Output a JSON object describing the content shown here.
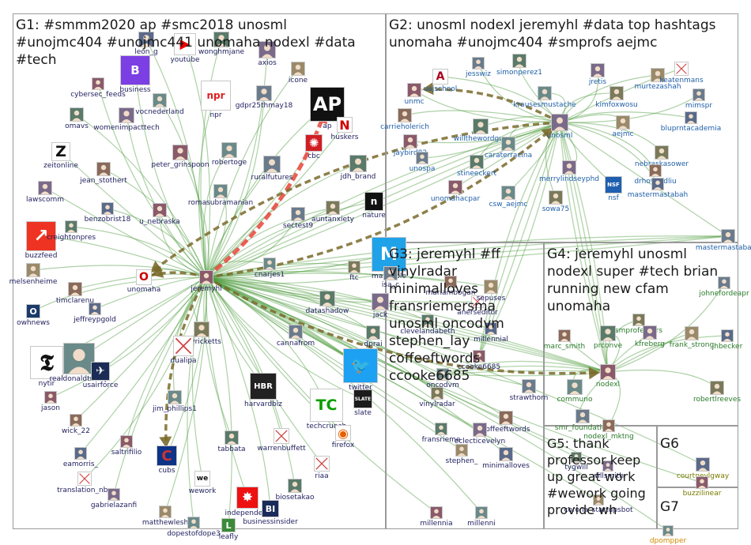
{
  "colors": {
    "g1_label": "#1f1f5f",
    "g2_label": "#1f5fa8",
    "g3_label": "#1f1f5f",
    "g4_label": "#2a7a2a",
    "g5_label": "#1f1f5f",
    "g6_label": "#7a7a00",
    "g7_label": "#d08a00",
    "edge_green": "#4a9a3a",
    "edge_olive": "#7a6a2a",
    "edge_red": "#e8443a"
  },
  "groups": [
    {
      "id": "g1",
      "title": "G1: #smmm2020 ap #smc2018 unosml\n#unojmc404 #unojmc441 unomaha nodexl #data\n#tech"
    },
    {
      "id": "g2",
      "title": "G2: unosml nodexl jeremyhl #data top hashtags\nunomaha #unojmc404 #smprofs aejmc"
    },
    {
      "id": "g3",
      "title": "G3: jeremyhl #ff\nvinylradar\nminimalloves\nfransriemersma\nunosml oncodvm\nstephen_lay\ncoffeeftwords\nccooke6685"
    },
    {
      "id": "g4",
      "title": "G4: jeremyhl unosml\nnodexl super #tech brian\nrunning new cfam\nunomaha"
    },
    {
      "id": "g5",
      "title": "G5: thank\nprofessor keep\nup great work\n#wework going\nprovide wh"
    },
    {
      "id": "g6",
      "title": "G6"
    },
    {
      "id": "g7",
      "title": "G7"
    }
  ],
  "nodes": [
    {
      "id": "bloomberg",
      "label": "business",
      "group": "g1",
      "icon": "bloomberg-logo"
    },
    {
      "id": "youtube",
      "label": "youtube",
      "group": "g1",
      "icon": "youtube-logo"
    },
    {
      "id": "wonghmjane",
      "label": "wonghmjane",
      "group": "g1",
      "icon": "avatar"
    },
    {
      "id": "axios",
      "label": "axios",
      "group": "g1",
      "icon": "avatar"
    },
    {
      "id": "ico",
      "label": "icone",
      "group": "g1",
      "icon": "avatar"
    },
    {
      "id": "leon_g",
      "label": "leon_g",
      "group": "g1",
      "icon": "avatar"
    },
    {
      "id": "cybersec_feeds",
      "label": "cybersec_feeds",
      "group": "g1",
      "icon": "avatar"
    },
    {
      "id": "vocnederland",
      "label": "vocnederland",
      "group": "g1",
      "icon": "avatar"
    },
    {
      "id": "npr",
      "label": "npr",
      "group": "g1",
      "icon": "npr-logo"
    },
    {
      "id": "gdpr25thmay18",
      "label": "gdpr25thmay18",
      "group": "g1",
      "icon": "avatar"
    },
    {
      "id": "ap",
      "label": "ap",
      "group": "g1",
      "icon": "ap-logo"
    },
    {
      "id": "omavs",
      "label": "omavs",
      "group": "g1",
      "icon": "avatar"
    },
    {
      "id": "womenimpacttech",
      "label": "womenimpacttech",
      "group": "g1",
      "icon": "avatar"
    },
    {
      "id": "huskers",
      "label": "huskers",
      "group": "g1",
      "icon": "huskers-logo"
    },
    {
      "id": "zeitonline",
      "label": "zeitonline",
      "group": "g1",
      "icon": "zeit-logo"
    },
    {
      "id": "peter_grinspoon",
      "label": "peter_grinspoon",
      "group": "g1",
      "icon": "avatar"
    },
    {
      "id": "robertoge",
      "label": "robertoge",
      "group": "g1",
      "icon": "avatar"
    },
    {
      "id": "cbc",
      "label": "cbc",
      "group": "g1",
      "icon": "cbc-logo"
    },
    {
      "id": "ruralfutures",
      "label": "ruralfutures",
      "group": "g1",
      "icon": "avatar"
    },
    {
      "id": "jean_stothert",
      "label": "jean_stothert",
      "group": "g1",
      "icon": "avatar"
    },
    {
      "id": "jdh_brand",
      "label": "jdh_brand",
      "group": "g1",
      "icon": "avatar"
    },
    {
      "id": "lawscomm",
      "label": "lawscomm",
      "group": "g1",
      "icon": "avatar"
    },
    {
      "id": "nature",
      "label": "nature",
      "group": "g1",
      "icon": "nature-logo"
    },
    {
      "id": "benzobrist18",
      "label": "benzobrist18",
      "group": "g1",
      "icon": "avatar"
    },
    {
      "id": "u_nebraska",
      "label": "u_nebraska",
      "group": "g1",
      "icon": "avatar"
    },
    {
      "id": "romasubramanian",
      "label": "romasubramanian",
      "group": "g1",
      "icon": "avatar"
    },
    {
      "id": "auntanxiety",
      "label": "auntanxiety",
      "group": "g1",
      "icon": "avatar"
    },
    {
      "id": "sectest9",
      "label": "sectest9",
      "group": "g1",
      "icon": "avatar"
    },
    {
      "id": "buzzfeed",
      "label": "buzzfeed",
      "group": "g1",
      "icon": "buzzfeed-logo"
    },
    {
      "id": "creightonpres",
      "label": "creightonpres",
      "group": "g1",
      "icon": "avatar"
    },
    {
      "id": "mashable",
      "label": "mashable",
      "group": "g1",
      "icon": "mashable-logo"
    },
    {
      "id": "melsenheimer",
      "label": "melsenheime",
      "group": "g1",
      "icon": "avatar"
    },
    {
      "id": "unomaha",
      "label": "unomaha",
      "group": "g1",
      "icon": "unomaha-logo"
    },
    {
      "id": "jeremyhl",
      "label": "jeremyhl",
      "group": "g1",
      "icon": "avatar"
    },
    {
      "id": "cnarjes1",
      "label": "cnarjes1",
      "group": "g1",
      "icon": "avatar"
    },
    {
      "id": "ftc",
      "label": "ftc",
      "group": "g1",
      "icon": "avatar"
    },
    {
      "id": "isa_c",
      "label": "isa_c",
      "group": "g1",
      "icon": "avatar"
    },
    {
      "id": "timclarenu",
      "label": "timclarenu",
      "group": "g1",
      "icon": "avatar"
    },
    {
      "id": "datashadow",
      "label": "datashadow",
      "group": "g1",
      "icon": "avatar"
    },
    {
      "id": "jack",
      "label": "jack",
      "group": "g1",
      "icon": "avatar"
    },
    {
      "id": "ownews",
      "label": "owhnews",
      "group": "g1",
      "icon": "owh-logo"
    },
    {
      "id": "jeffreypgold",
      "label": "jeffreypgold",
      "group": "g1",
      "icon": "avatar"
    },
    {
      "id": "nytimes",
      "label": "nytir",
      "group": "g1",
      "icon": "nyt-logo"
    },
    {
      "id": "realdonaldtrump",
      "label": "realdonaldtrump",
      "group": "g1",
      "icon": "avatar"
    },
    {
      "id": "govricketts",
      "label": "govricketts",
      "group": "g1",
      "icon": "avatar"
    },
    {
      "id": "cannafrom",
      "label": "cannafrom",
      "group": "g1",
      "icon": "avatar"
    },
    {
      "id": "twitter",
      "label": "twitter",
      "group": "g1",
      "icon": "twitter-logo"
    },
    {
      "id": "dprai",
      "label": "dprai",
      "group": "g1",
      "icon": "avatar"
    },
    {
      "id": "dualipa",
      "label": "dualipa",
      "group": "g1",
      "icon": "broken-image"
    },
    {
      "id": "usairforce",
      "label": "usairforce",
      "group": "g1",
      "icon": "usaf-logo"
    },
    {
      "id": "harvardbiz",
      "label": "harvardbiz",
      "group": "g1",
      "icon": "hbr-logo"
    },
    {
      "id": "jason",
      "label": "jason",
      "group": "g1",
      "icon": "avatar"
    },
    {
      "id": "jim_phillips1",
      "label": "jim_phillips1",
      "group": "g1",
      "icon": "avatar"
    },
    {
      "id": "techcrunch",
      "label": "techcrunch",
      "group": "g1",
      "icon": "techcrunch-logo"
    },
    {
      "id": "slate",
      "label": "slate",
      "group": "g1",
      "icon": "slate-logo"
    },
    {
      "id": "wick_22",
      "label": "wick_22",
      "group": "g1",
      "icon": "avatar"
    },
    {
      "id": "tabbata",
      "label": "tabbata",
      "group": "g1",
      "icon": "avatar"
    },
    {
      "id": "warrenbuffett",
      "label": "warrenbuffett",
      "group": "g1",
      "icon": "broken-image"
    },
    {
      "id": "firefox",
      "label": "firefox",
      "group": "g1",
      "icon": "firefox-logo"
    },
    {
      "id": "eamorris_",
      "label": "eamorris_",
      "group": "g1",
      "icon": "avatar"
    },
    {
      "id": "saltrifilio",
      "label": "saltrifilio",
      "group": "g1",
      "icon": "avatar"
    },
    {
      "id": "cubs",
      "label": "cubs",
      "group": "g1",
      "icon": "cubs-logo"
    },
    {
      "id": "riaa",
      "label": "riaa",
      "group": "g1",
      "icon": "broken-image"
    },
    {
      "id": "translation_nba",
      "label": "translation_nba",
      "group": "g1",
      "icon": "broken-image"
    },
    {
      "id": "wework",
      "label": "wework",
      "group": "g1",
      "icon": "wework-logo"
    },
    {
      "id": "biosetakao",
      "label": "biosetakao",
      "group": "g1",
      "icon": "avatar"
    },
    {
      "id": "gabrielazanfir",
      "label": "gabrielazanfi",
      "group": "g1",
      "icon": "avatar"
    },
    {
      "id": "matthewlesh",
      "label": "matthewlesh",
      "group": "g1",
      "icon": "avatar"
    },
    {
      "id": "independent",
      "label": "independent",
      "group": "g1",
      "icon": "independent-logo"
    },
    {
      "id": "businessinsider",
      "label": "businessinsider",
      "group": "g1",
      "icon": "bi-logo"
    },
    {
      "id": "dopestofdope3",
      "label": "dopestofdope3",
      "group": "g1",
      "icon": "avatar"
    },
    {
      "id": "leaflyl",
      "label": "leafly",
      "group": "g1",
      "icon": "leafly-logo"
    },
    {
      "id": "jesswiz",
      "label": "jesswiz",
      "group": "g2",
      "icon": "avatar"
    },
    {
      "id": "uajschool",
      "label": "uajschool",
      "group": "g2",
      "icon": "ua-logo"
    },
    {
      "id": "simonperez1",
      "label": "simonperez1",
      "group": "g2",
      "icon": "avatar"
    },
    {
      "id": "jretis",
      "label": "jretis",
      "group": "g2",
      "icon": "avatar"
    },
    {
      "id": "murtezashah",
      "label": "murtezashah",
      "group": "g2",
      "icon": "avatar"
    },
    {
      "id": "keatenmans",
      "label": "keatenmans",
      "group": "g2",
      "icon": "broken-image"
    },
    {
      "id": "unmc",
      "label": "unmc",
      "group": "g2",
      "icon": "avatar"
    },
    {
      "id": "krausesmustache",
      "label": "krausesmustache",
      "group": "g2",
      "icon": "avatar"
    },
    {
      "id": "kimfoxwosu",
      "label": "kimfoxwosu",
      "group": "g2",
      "icon": "avatar"
    },
    {
      "id": "mimspr",
      "label": "mimspr",
      "group": "g2",
      "icon": "avatar"
    },
    {
      "id": "carrieholerich",
      "label": "carrieholerich",
      "group": "g2",
      "icon": "avatar"
    },
    {
      "id": "willthewordguy",
      "label": "willthewordguy",
      "group": "g2",
      "icon": "avatar"
    },
    {
      "id": "unosml",
      "label": "unosml",
      "group": "g2",
      "icon": "avatar"
    },
    {
      "id": "aejmc",
      "label": "aejmc",
      "group": "g2",
      "icon": "avatar"
    },
    {
      "id": "bluprintacademia",
      "label": "bluprntacademia",
      "group": "g2",
      "icon": "avatar"
    },
    {
      "id": "jaybird82",
      "label": "jaybird82",
      "group": "g2",
      "icon": "avatar"
    },
    {
      "id": "caraterracina",
      "label": "caraterracina",
      "group": "g2",
      "icon": "avatar"
    },
    {
      "id": "nebraskasower",
      "label": "nebraskasower",
      "group": "g2",
      "icon": "avatar"
    },
    {
      "id": "unospa",
      "label": "unospa",
      "group": "g2",
      "icon": "avatar"
    },
    {
      "id": "drhowardliu",
      "label": "drhowardliu",
      "group": "g2",
      "icon": "avatar"
    },
    {
      "id": "stineeckert",
      "label": "stineeckert",
      "group": "g2",
      "icon": "avatar"
    },
    {
      "id": "merrylindseyphd",
      "label": "merrylindseyphd",
      "group": "g2",
      "icon": "avatar"
    },
    {
      "id": "nsf",
      "label": "nsf",
      "group": "g2",
      "icon": "nsf-logo"
    },
    {
      "id": "mastermastabah",
      "label": "mastermastabah",
      "group": "g2",
      "icon": "avatar"
    },
    {
      "id": "unomahacpar",
      "label": "unomahacpar",
      "group": "g2",
      "icon": "avatar"
    },
    {
      "id": "csw_aejmc",
      "label": "csw_aejmc",
      "group": "g2",
      "icon": "avatar"
    },
    {
      "id": "sowa75",
      "label": "sowa75",
      "group": "g2",
      "icon": "avatar"
    },
    {
      "id": "mastermastabah1",
      "label": "mastermastabah1",
      "group": "g2",
      "icon": "avatar"
    },
    {
      "id": "mariambogan",
      "label": "mariambogan",
      "group": "g3",
      "icon": "avatar"
    },
    {
      "id": "clevelandabeth",
      "label": "clevelandabeth",
      "group": "g3",
      "icon": "avatar"
    },
    {
      "id": "anerseditor",
      "label": "anerseditor",
      "group": "g3",
      "icon": "broken-image"
    },
    {
      "id": "sepuses",
      "label": "sepuses",
      "group": "g3",
      "icon": "avatar"
    },
    {
      "id": "millennial",
      "label": "millennial",
      "group": "g3",
      "icon": "avatar"
    },
    {
      "id": "ccooke6685",
      "label": "ccooke6685",
      "group": "g3",
      "icon": "avatar"
    },
    {
      "id": "oncodvm",
      "label": "oncodvm",
      "group": "g3",
      "icon": "avatar"
    },
    {
      "id": "vinylradar",
      "label": "vinylradar",
      "group": "g3",
      "icon": "avatar"
    },
    {
      "id": "strawthorn",
      "label": "strawthorn",
      "group": "g3",
      "icon": "avatar"
    },
    {
      "id": "coffeeftwords",
      "label": "coffeeftwords",
      "group": "g3",
      "icon": "avatar"
    },
    {
      "id": "fransriemersma",
      "label": "fransrieme",
      "group": "g3",
      "icon": "avatar"
    },
    {
      "id": "eclecticevelyn",
      "label": "eclecticevelyn",
      "group": "g3",
      "icon": "avatar"
    },
    {
      "id": "stephen_lay",
      "label": "stephen_",
      "group": "g3",
      "icon": "avatar"
    },
    {
      "id": "minimalloves",
      "label": "minimalloves",
      "group": "g3",
      "icon": "avatar"
    },
    {
      "id": "millennia2",
      "label": "millennia",
      "group": "g3",
      "icon": "avatar"
    },
    {
      "id": "millenni3",
      "label": "millenni",
      "group": "g3",
      "icon": "avatar"
    },
    {
      "id": "smprofessors",
      "label": "smprofessors",
      "group": "g4",
      "icon": "avatar"
    },
    {
      "id": "johneforde",
      "label": "johnefordeapr",
      "group": "g4",
      "icon": "avatar"
    },
    {
      "id": "marc_smith",
      "label": "marc_smith",
      "group": "g4",
      "icon": "avatar"
    },
    {
      "id": "prconversations",
      "label": "prconve",
      "group": "g4",
      "icon": "avatar"
    },
    {
      "id": "kfreberg",
      "label": "kfreberg",
      "group": "g4",
      "icon": "avatar"
    },
    {
      "id": "frank_strong",
      "label": "frank_strong",
      "group": "g4",
      "icon": "avatar"
    },
    {
      "id": "jhbecker",
      "label": "jhbecker",
      "group": "g4",
      "icon": "avatar"
    },
    {
      "id": "nodexl",
      "label": "nodexl",
      "group": "g4",
      "icon": "avatar"
    },
    {
      "id": "communo",
      "label": "communo",
      "group": "g4",
      "icon": "avatar"
    },
    {
      "id": "robertlreeves",
      "label": "robertlreeves",
      "group": "g4",
      "icon": "avatar"
    },
    {
      "id": "smr_foundation",
      "label": "smr_foundation",
      "group": "g4",
      "icon": "avatar"
    },
    {
      "id": "nodexl_mktng",
      "label": "nodexl_mktng",
      "group": "g4",
      "icon": "avatar"
    },
    {
      "id": "tygwill",
      "label": "tygwill",
      "group": "g5",
      "icon": "avatar"
    },
    {
      "id": "willsmith",
      "label": "willsmith",
      "group": "g5",
      "icon": "avatar"
    },
    {
      "id": "corona_startupsbot",
      "label": "corona_startupsbot",
      "group": "g5",
      "icon": "avatar"
    },
    {
      "id": "courtneylgway",
      "label": "courtneylgway",
      "group": "g6",
      "icon": "avatar"
    },
    {
      "id": "buzzilinear",
      "label": "buzzilinear",
      "group": "g6",
      "icon": "avatar"
    },
    {
      "id": "dpompper",
      "label": "dpompper",
      "group": "g7",
      "icon": "avatar"
    }
  ],
  "edges": [
    {
      "from": "jeremyhl",
      "to": "ap",
      "style": "red-arrow"
    },
    {
      "from": "jeremyhl",
      "to": "unosml",
      "style": "olive-arrow"
    },
    {
      "from": "jeremyhl",
      "to": "unomaha",
      "style": "olive-arrow"
    },
    {
      "from": "jeremyhl",
      "to": "cubs",
      "style": "olive-arrow"
    },
    {
      "from": "jeremyhl",
      "to": "nodexl",
      "style": "olive-arrow"
    },
    {
      "from": "unosml",
      "to": "unmc",
      "style": "olive-arrow"
    },
    {
      "from": "unosml",
      "to": "unomaha",
      "style": "olive-arrow"
    }
  ]
}
